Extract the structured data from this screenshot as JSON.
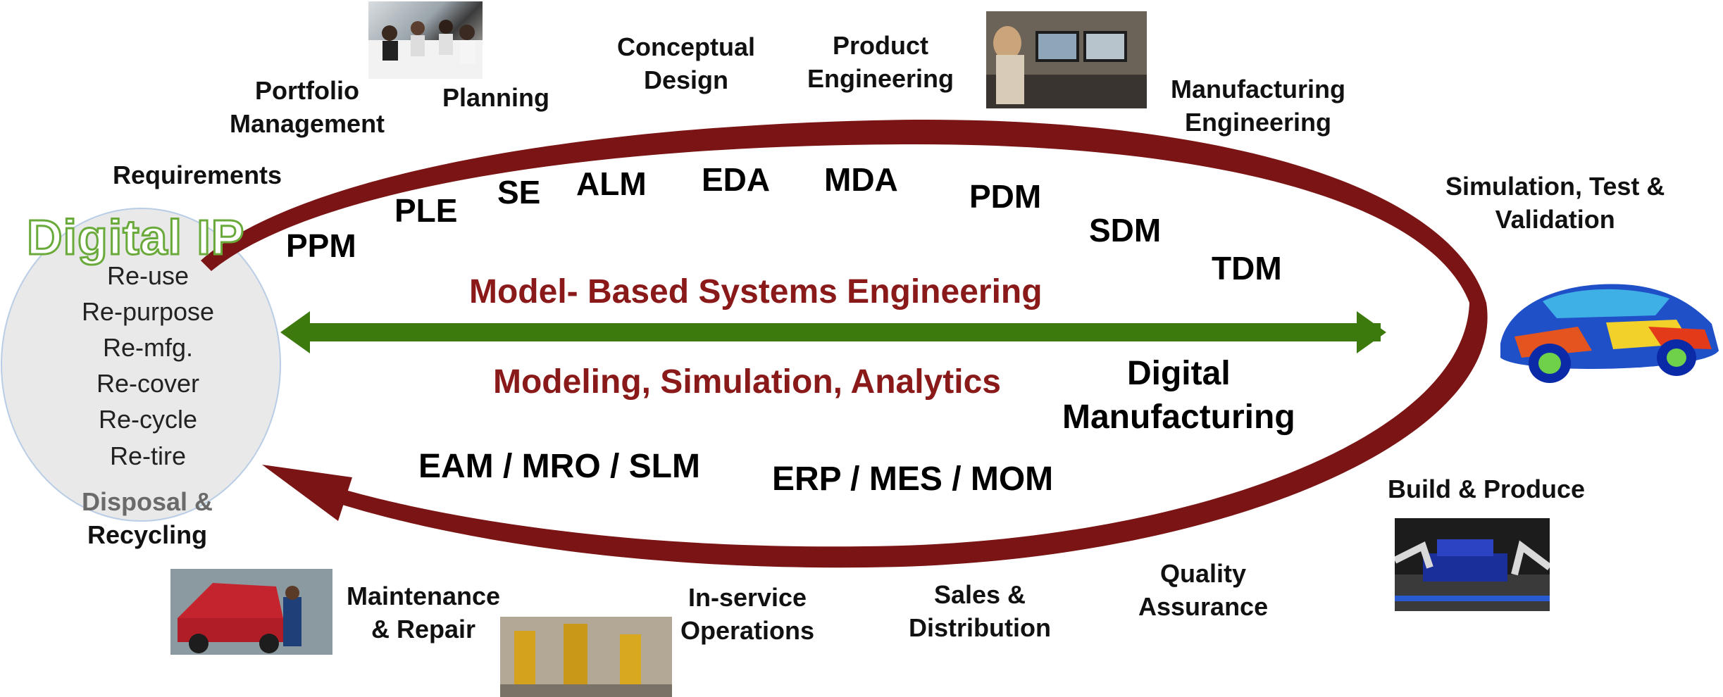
{
  "logo_text": "Digital IP",
  "reuse_items": [
    "Re-use",
    "Re-purpose",
    "Re-mfg.",
    "Re-cover",
    "Re-cycle",
    "Re-tire"
  ],
  "lifecycle_stages": {
    "requirements": "Requirements",
    "portfolio": "Portfolio\nManagement",
    "planning": "Planning",
    "conceptual": "Conceptual\nDesign",
    "product_eng": "Product\nEngineering",
    "mfg_eng": "Manufacturing\nEngineering",
    "sim_test": "Simulation, Test &\nValidation",
    "build": "Build & Produce",
    "quality": "Quality\nAssurance",
    "sales": "Sales &\nDistribution",
    "inservice": "In-service\nOperations",
    "maintenance": "Maintenance\n& Repair",
    "disposal_line1": "Disposal &",
    "disposal_line2": "Recycling"
  },
  "acronyms": {
    "ppm": "PPM",
    "ple": "PLE",
    "se": "SE",
    "alm": "ALM",
    "eda": "EDA",
    "mda": "MDA",
    "pdm": "PDM",
    "sdm": "SDM",
    "tdm": "TDM"
  },
  "systems": {
    "digital_mfg": "Digital\nManufacturing",
    "eam": "EAM / MRO / SLM",
    "erp": "ERP / MES / MOM"
  },
  "center": {
    "mbse": "Model- Based Systems Engineering",
    "msa": "Modeling, Simulation, Analytics"
  },
  "colors": {
    "loop_arrow": "#7b1515",
    "double_arrow": "#3d7a0e",
    "center_text": "#8a1a1a",
    "circle_fill": "#e9e9e9",
    "logo_green": "#6aaa3a"
  }
}
